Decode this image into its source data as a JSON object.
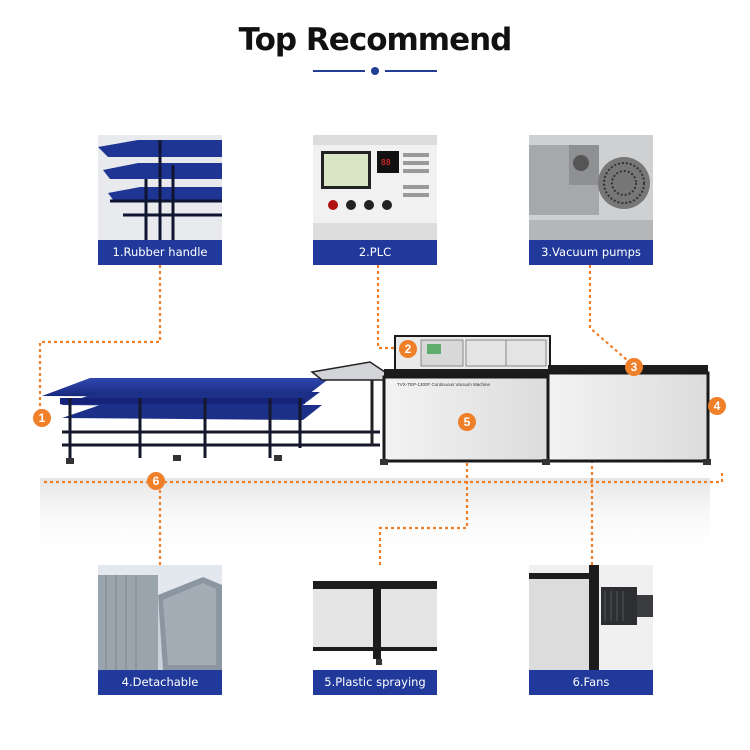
{
  "title": "Top Recommend",
  "accent_color": "#20399a",
  "marker_color": "#f07f2a",
  "machine_panel_label": "TVX-TEP-1300F Continuous Vacuum Machine",
  "features": [
    {
      "number": "1",
      "label": "1.Rubber handle",
      "icon": "rubber-handle-photo"
    },
    {
      "number": "2",
      "label": "2.PLC",
      "icon": "plc-panel-photo"
    },
    {
      "number": "3",
      "label": "3.Vacuum pumps",
      "icon": "vacuum-pump-photo"
    },
    {
      "number": "4",
      "label": "4.Detachable",
      "icon": "detachable-photo"
    },
    {
      "number": "5",
      "label": "5.Plastic spraying",
      "icon": "plastic-spraying-photo"
    },
    {
      "number": "6",
      "label": "6.Fans",
      "icon": "fan-photo"
    }
  ],
  "markers": [
    "1",
    "2",
    "3",
    "4",
    "5",
    "6"
  ]
}
